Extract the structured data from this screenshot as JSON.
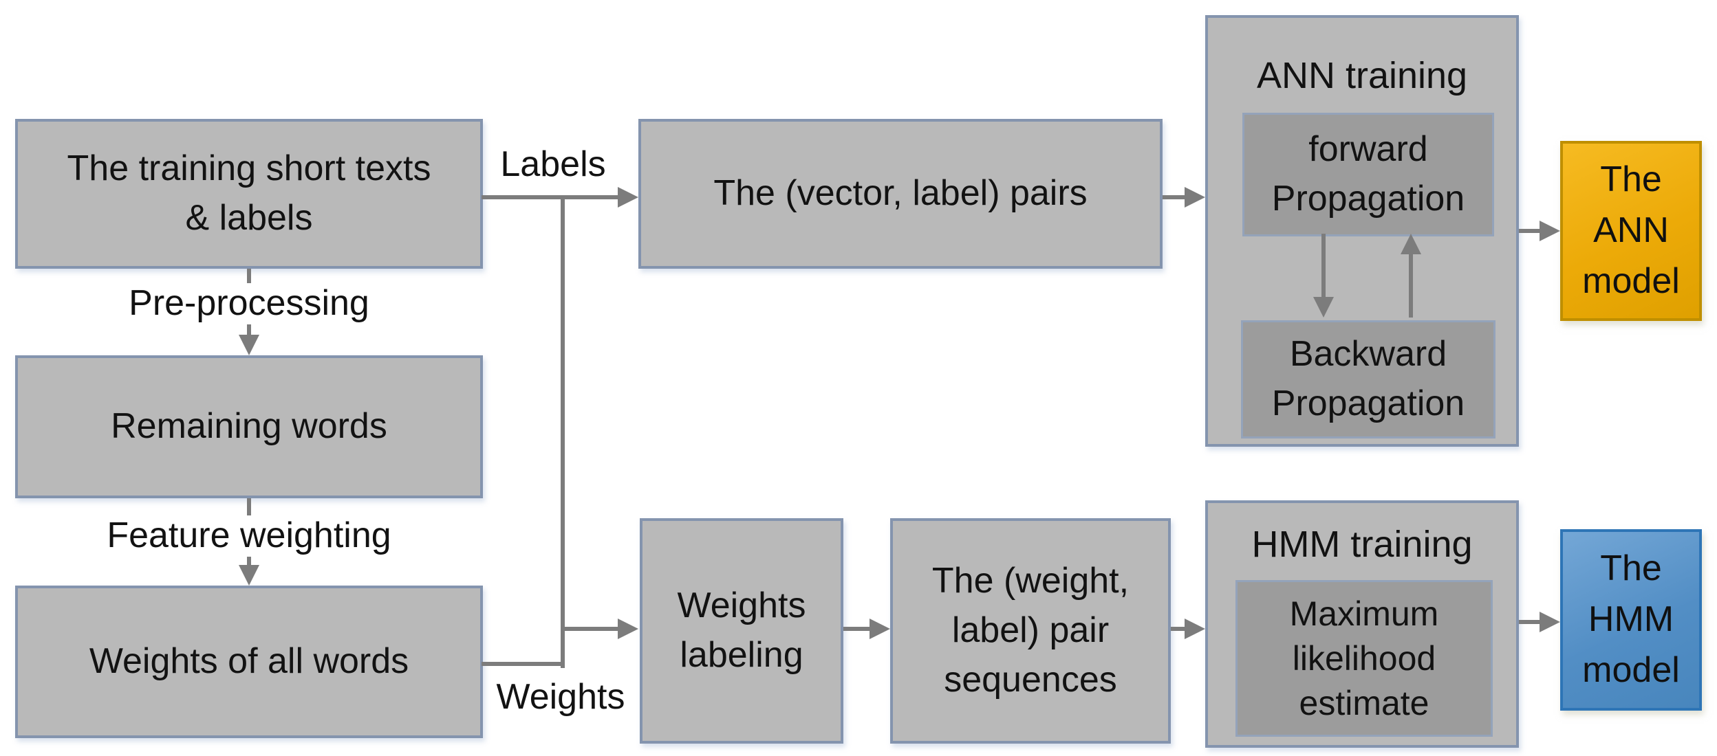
{
  "figure": {
    "type": "flowchart",
    "description": "Training pipeline diagram producing an ANN model and an HMM model"
  },
  "palette": {
    "box_fill": "#b9b9b9",
    "box_border": "#8494ae",
    "inner_box_fill": "#9c9c9c",
    "inner_box_border": "#94a3ba",
    "connector_gray": "#7c7c7c",
    "ann_model_fill": "#ecaa08",
    "ann_model_border": "#bf8f00",
    "hmm_model_fill": "#528ec5",
    "hmm_model_border": "#2e75b6",
    "text": "#121212",
    "background": "#ffffff"
  },
  "nodes": {
    "training_texts": "The training short texts\n& labels",
    "remaining_words": "Remaining words",
    "weights_all_words": "Weights of all words",
    "vector_label_pairs": "The (vector, label) pairs",
    "weights_labeling": "Weights\nlabeling",
    "weight_label_sequences": "The (weight,\nlabel) pair\nsequences",
    "ann_training_title": "ANN training",
    "forward_propagation": "forward\nPropagation",
    "backward_propagation": "Backward\nPropagation",
    "hmm_training_title": "HMM training",
    "max_likelihood": "Maximum\nlikelihood\nestimate",
    "ann_model": "The\nANN\nmodel",
    "hmm_model": "The\nHMM\nmodel"
  },
  "edge_labels": {
    "pre_processing": "Pre-processing",
    "feature_weighting": "Feature weighting",
    "labels": "Labels",
    "weights": "Weights"
  }
}
